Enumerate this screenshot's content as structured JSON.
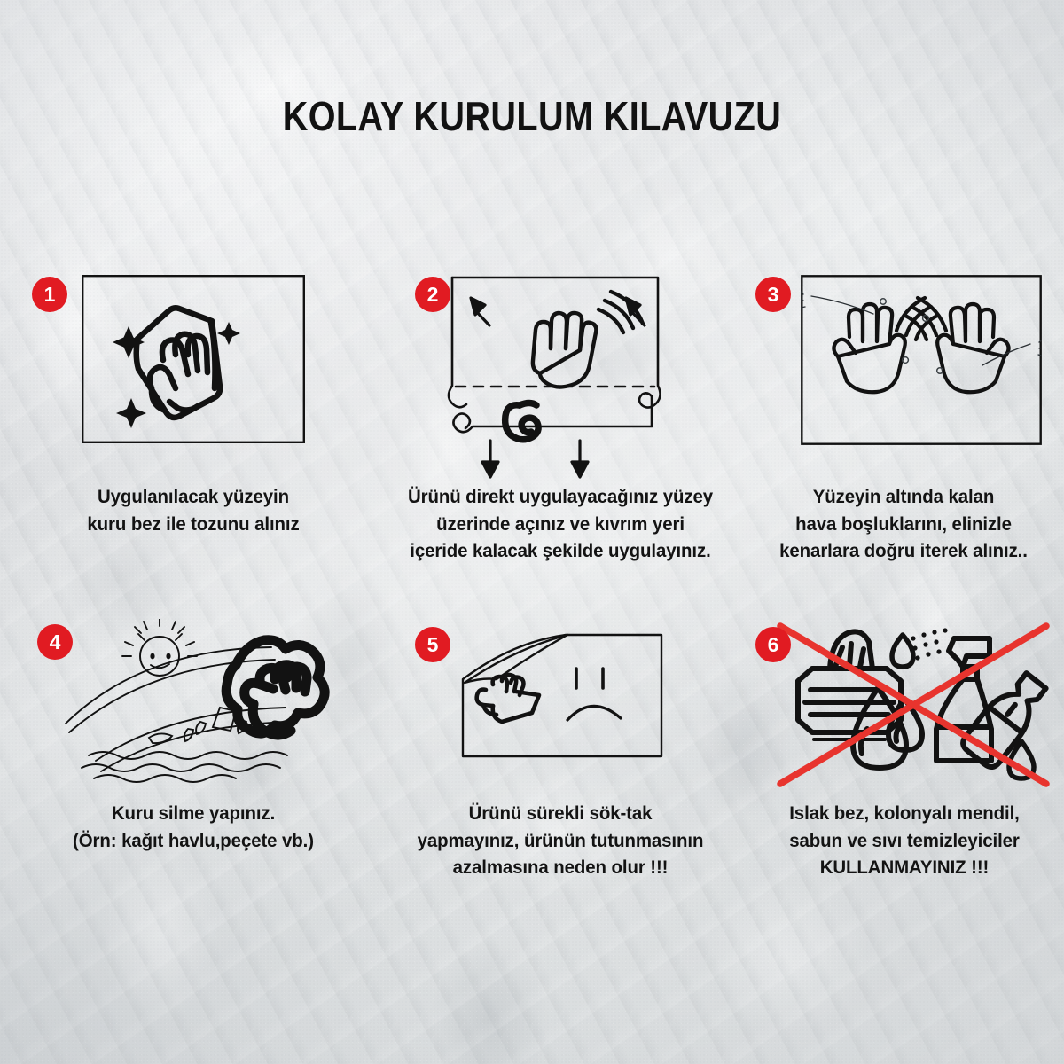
{
  "document": {
    "title": "KOLAY KURULUM KILAVUZU",
    "language": "tr"
  },
  "colors": {
    "badge_red": "#e11b22",
    "badge_text": "#ffffff",
    "ink": "#121212",
    "cross_red": "#e8342e",
    "background": "#e4e6e7"
  },
  "steps": [
    {
      "number": "1",
      "icon": "hand-wiping-cloth-with-sparkles-icon",
      "caption_lines": [
        "Uygulanılacak yüzeyin",
        "kuru bez ile tozunu alınız"
      ]
    },
    {
      "number": "2",
      "icon": "unrolling-sheet-with-waving-hand-and-arrows-icon",
      "caption_lines": [
        "Ürünü direkt uygulayacağınız yüzey",
        "üzerinde açınız ve kıvrım yeri",
        "içeride kalacak şekilde uygulayınız."
      ]
    },
    {
      "number": "3",
      "icon": "two-hands-pushing-air-bubbles-outward-icon",
      "caption_lines": [
        "Yüzeyin altında kalan",
        "hava boşluklarını, elinizle",
        "kenarlara doğru iterek alınız.."
      ]
    },
    {
      "number": "4",
      "icon": "hand-with-cloth-dry-wiping-sun-and-waves-icon",
      "caption_lines": [
        "Kuru silme yapınız.",
        "(Örn: kağıt havlu,peçete vb.)"
      ]
    },
    {
      "number": "5",
      "icon": "peeling-sheet-with-sad-face-icon",
      "caption_lines": [
        "Ürünü sürekli sök-tak",
        "yapmayınız, ürünün tutunmasının",
        "azalmasına neden olur !!!"
      ]
    },
    {
      "number": "6",
      "icon": "wet-wipes-spray-bottle-cleaners-crossed-out-icon",
      "caption_lines": [
        "Islak bez, kolonyalı mendil,",
        "sabun ve sıvı temizleyiciler",
        "KULLANMAYINIZ !!!"
      ]
    }
  ]
}
